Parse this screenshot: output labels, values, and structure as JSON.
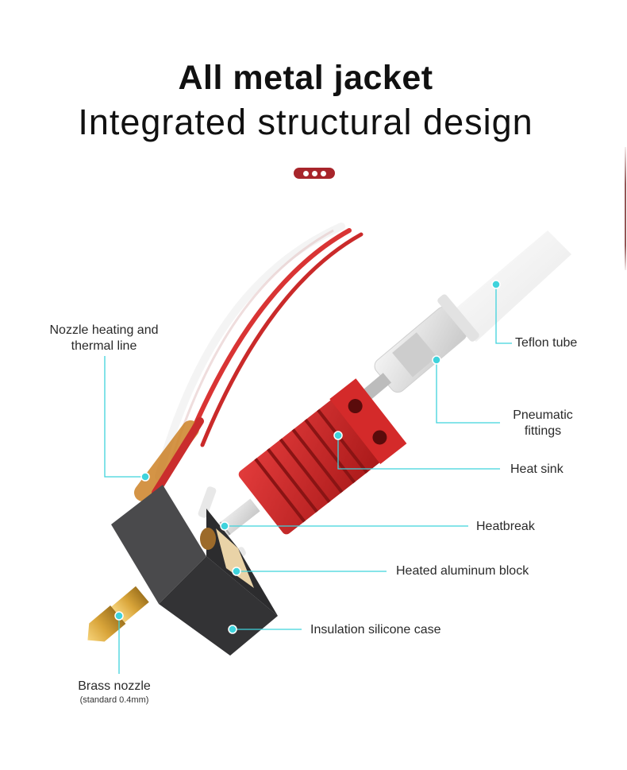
{
  "header": {
    "title": "All metal jacket",
    "subtitle": "Integrated structural design",
    "pager_dots": 3
  },
  "colors": {
    "accent_red": "#a8252b",
    "callout_cyan": "#3fd3dc",
    "heatsink_red": "#d12a2a",
    "silicone_gray": "#3c3c3e",
    "brass": "#d9a53a"
  },
  "callouts": [
    {
      "id": "thermal-line",
      "label_line1": "Nozzle heating and",
      "label_line2": "thermal line"
    },
    {
      "id": "teflon-tube",
      "label": "Teflon tube"
    },
    {
      "id": "pneumatic-fittings",
      "label_line1": "Pneumatic",
      "label_line2": "fittings"
    },
    {
      "id": "heat-sink",
      "label": "Heat sink"
    },
    {
      "id": "heatbreak",
      "label": "Heatbreak"
    },
    {
      "id": "heated-block",
      "label": "Heated aluminum block"
    },
    {
      "id": "silicone-case",
      "label": "Insulation silicone case"
    },
    {
      "id": "brass-nozzle",
      "label": "Brass nozzle",
      "note": "(standard 0.4mm)"
    }
  ]
}
